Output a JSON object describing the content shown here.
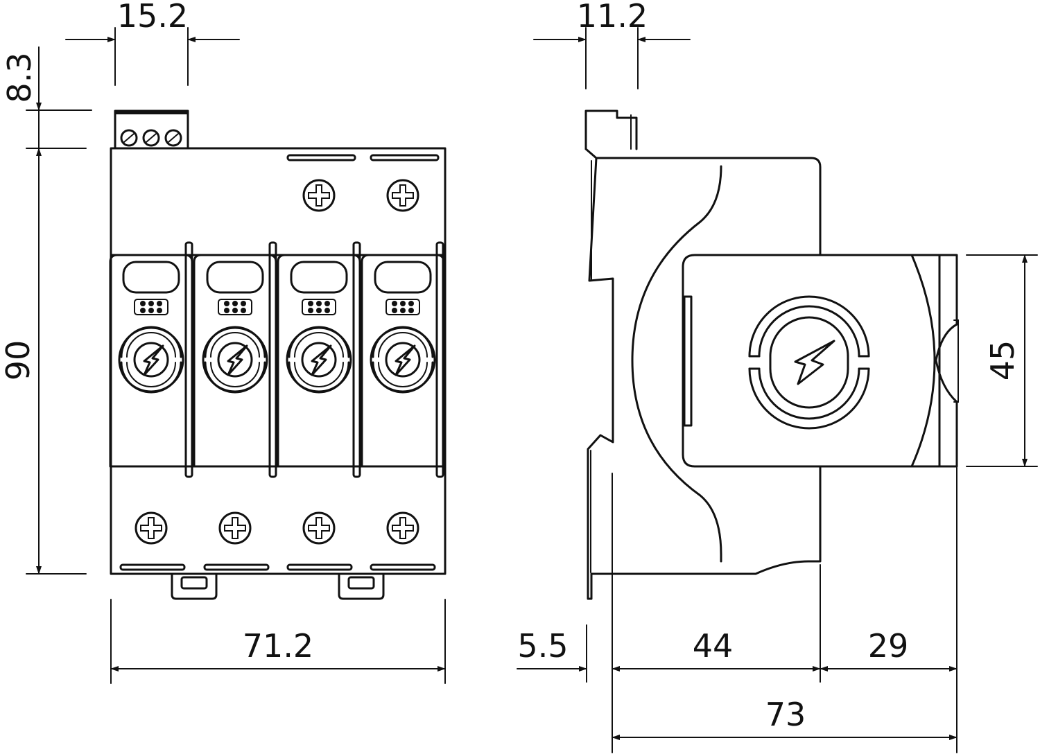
{
  "dimensions": {
    "front_terminal_width": "15.2",
    "terminal_height": "8.3",
    "overall_height": "90",
    "overall_width": "71.2",
    "side_top_width": "11.2",
    "module_height": "45",
    "rail_offset": "5.5",
    "depth_body": "44",
    "depth_module": "29",
    "overall_depth": "73"
  },
  "pole_count": 4,
  "colors": {
    "line": "#111111",
    "background": "#ffffff"
  }
}
